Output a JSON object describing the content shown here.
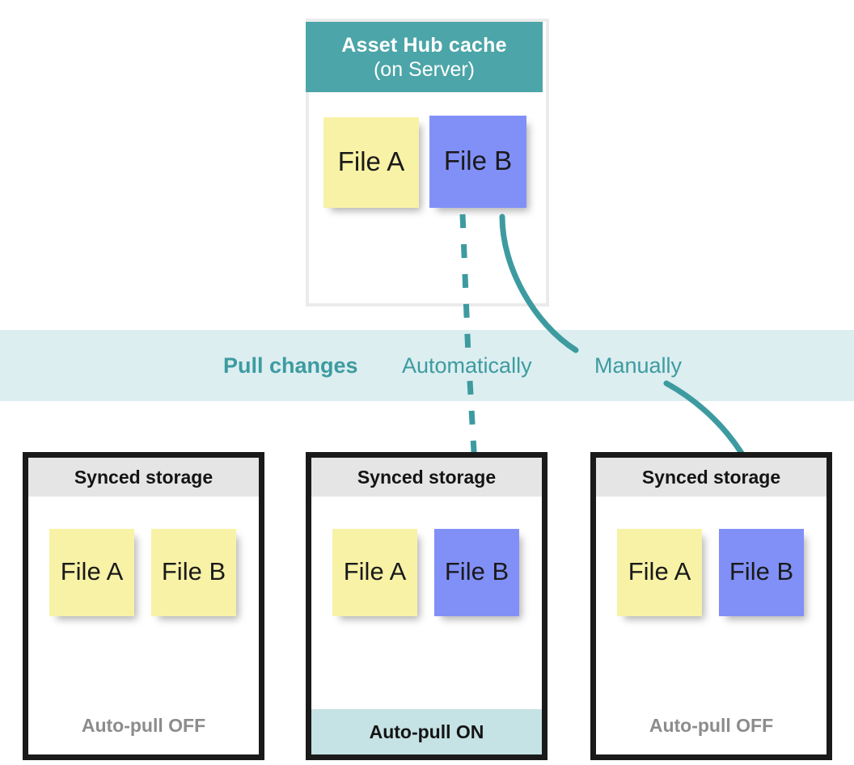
{
  "cache": {
    "title_line1": "Asset Hub cache",
    "title_line2": "(on Server)",
    "header_color": "#4ca5a8",
    "notes": [
      {
        "label": "File A",
        "color": "yellow"
      },
      {
        "label": "File B",
        "color": "blue"
      }
    ]
  },
  "band": {
    "background_color": "#dceef0",
    "text_color": "#3d9ba0",
    "pull_changes": "Pull changes",
    "automatically": "Automatically",
    "manually": "Manually"
  },
  "connectors": [
    {
      "name": "automatic-pull-arrow",
      "style": "dashed",
      "label": "Automatically",
      "color": "#3d9ba0",
      "from": "cache-file-b",
      "to": "panel-2-file-b"
    },
    {
      "name": "manual-pull-arrow",
      "style": "solid",
      "label": "Manually",
      "color": "#3d9ba0",
      "from": "cache-file-b",
      "to": "panel-3-file-b"
    }
  ],
  "panels": [
    {
      "id": "panel-1",
      "header": "Synced storage",
      "footer": "Auto-pull OFF",
      "auto_pull": "OFF",
      "notes": [
        {
          "label": "File A",
          "color": "yellow"
        },
        {
          "label": "File B",
          "color": "yellow"
        }
      ]
    },
    {
      "id": "panel-2",
      "header": "Synced storage",
      "footer": "Auto-pull ON",
      "auto_pull": "ON",
      "notes": [
        {
          "label": "File A",
          "color": "yellow"
        },
        {
          "label": "File B",
          "color": "blue"
        }
      ]
    },
    {
      "id": "panel-3",
      "header": "Synced storage",
      "footer": "Auto-pull OFF",
      "auto_pull": "OFF",
      "notes": [
        {
          "label": "File A",
          "color": "yellow"
        },
        {
          "label": "File B",
          "color": "blue"
        }
      ]
    }
  ]
}
